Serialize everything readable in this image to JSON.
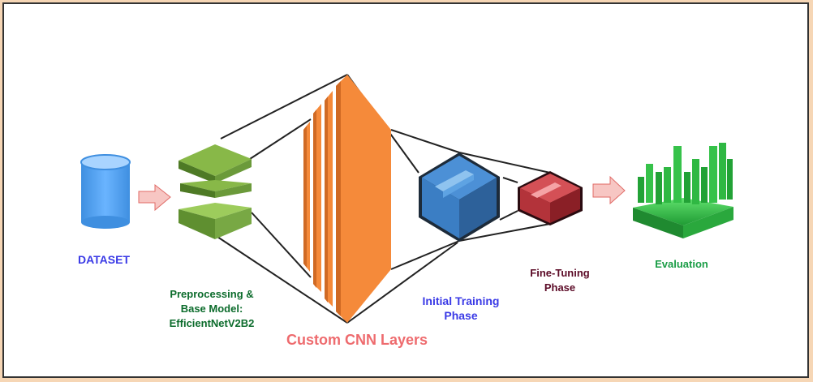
{
  "labels": {
    "dataset": "DATASET",
    "preprocessing": "Preprocessing &\nBase Model:\nEfficientNetV2B2",
    "cnn": "Custom CNN Layers",
    "initial_training": "Initial Training\nPhase",
    "fine_tuning": "Fine-Tuning\nPhase",
    "evaluation": "Evaluation"
  },
  "colors": {
    "background": "#f6d6b5",
    "dataset_icon": "#5aaaf5",
    "base_model_icon": "#6b9a3a",
    "cnn_layers": "#f58a3a",
    "initial_training_cube": "#3b7ec4",
    "fine_tuning_cube": "#c23a3f",
    "evaluation_chart": "#34c24d",
    "arrows": "#f7c6c3"
  },
  "icons": [
    "database-icon",
    "stacked-layers-icon",
    "cnn-layers-icon",
    "cube-icon",
    "bar-chart-icon"
  ]
}
